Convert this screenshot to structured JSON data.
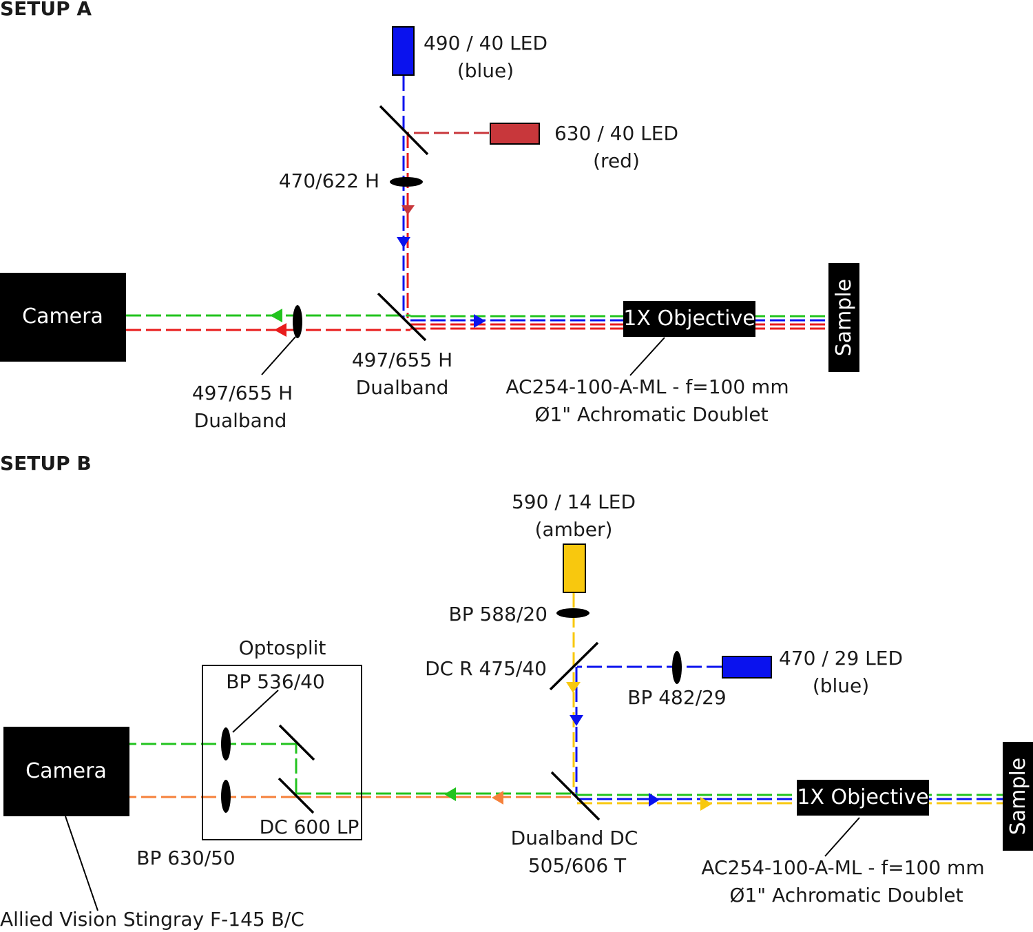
{
  "colors": {
    "blue": "#0a12ee",
    "red": "#e81c1c",
    "red_led": "#c8373b",
    "green": "#22c31e",
    "orange": "#f5813b",
    "amber": "#f8c80e",
    "black": "#000000"
  },
  "setup_a": {
    "header": "SETUP A",
    "blue_led": {
      "line1": "490 / 40 LED",
      "line2": "(blue)"
    },
    "red_led": {
      "line1": "630 / 40 LED",
      "line2": "(red)"
    },
    "filter": "470/622 H",
    "camera": "Camera",
    "emission_filter": {
      "line1": "497/655 H",
      "line2": "Dualband"
    },
    "dichroic": {
      "line1": "497/655 H",
      "line2": "Dualband"
    },
    "objective": "1X Objective",
    "objective_desc": {
      "line1": "AC254-100-A-ML - f=100 mm",
      "line2": "Ø1\" Achromatic Doublet"
    },
    "sample": "Sample"
  },
  "setup_b": {
    "header": "SETUP B",
    "amber_led": {
      "line1": "590 / 14 LED",
      "line2": "(amber)"
    },
    "amber_filter": "BP 588/20",
    "dichroic_r": "DC R 475/40",
    "blue_filter": "BP 482/29",
    "blue_led": {
      "line1": "470 / 29 LED",
      "line2": "(blue)"
    },
    "optosplit": "Optosplit",
    "optosplit_green_filter": "BP 536/40",
    "optosplit_dichroic": "DC 600 LP",
    "optosplit_red_filter": "BP 630/50",
    "camera": "Camera",
    "camera_model": "Allied Vision Stingray F-145 B/C",
    "main_dichroic": {
      "line1": "Dualband DC",
      "line2": "505/606 T"
    },
    "objective": "1X Objective",
    "objective_desc": {
      "line1": "AC254-100-A-ML - f=100 mm",
      "line2": "Ø1\" Achromatic Doublet"
    },
    "sample": "Sample"
  }
}
